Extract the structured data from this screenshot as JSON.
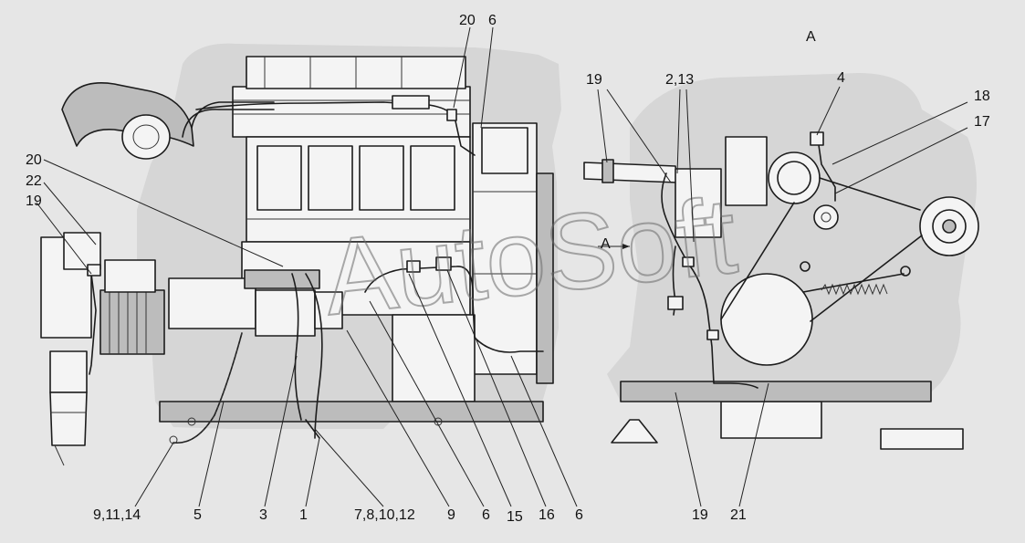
{
  "diagram": {
    "view_label": "A",
    "section_arrow_label": "A",
    "watermark": "AutoSoft",
    "callouts_left": [
      {
        "id": "c-20-top",
        "text": "20"
      },
      {
        "id": "c-6-top",
        "text": "6"
      },
      {
        "id": "c-20-left",
        "text": "20"
      },
      {
        "id": "c-22-left",
        "text": "22"
      },
      {
        "id": "c-19-left",
        "text": "19"
      },
      {
        "id": "c-9-11-14",
        "text": "9,11,14"
      },
      {
        "id": "c-5",
        "text": "5"
      },
      {
        "id": "c-3",
        "text": "3"
      },
      {
        "id": "c-1",
        "text": "1"
      },
      {
        "id": "c-7-8-10-12",
        "text": "7,8,10,12"
      },
      {
        "id": "c-9",
        "text": "9"
      },
      {
        "id": "c-6-bottom-a",
        "text": "6"
      },
      {
        "id": "c-15",
        "text": "15"
      },
      {
        "id": "c-16",
        "text": "16"
      },
      {
        "id": "c-6-bottom-b",
        "text": "6"
      }
    ],
    "callouts_right": [
      {
        "id": "c-19-top",
        "text": "19"
      },
      {
        "id": "c-2-13",
        "text": "2,13"
      },
      {
        "id": "c-4",
        "text": "4"
      },
      {
        "id": "c-18",
        "text": "18"
      },
      {
        "id": "c-17",
        "text": "17"
      },
      {
        "id": "c-19-bottom",
        "text": "19"
      },
      {
        "id": "c-21",
        "text": "21"
      }
    ]
  }
}
